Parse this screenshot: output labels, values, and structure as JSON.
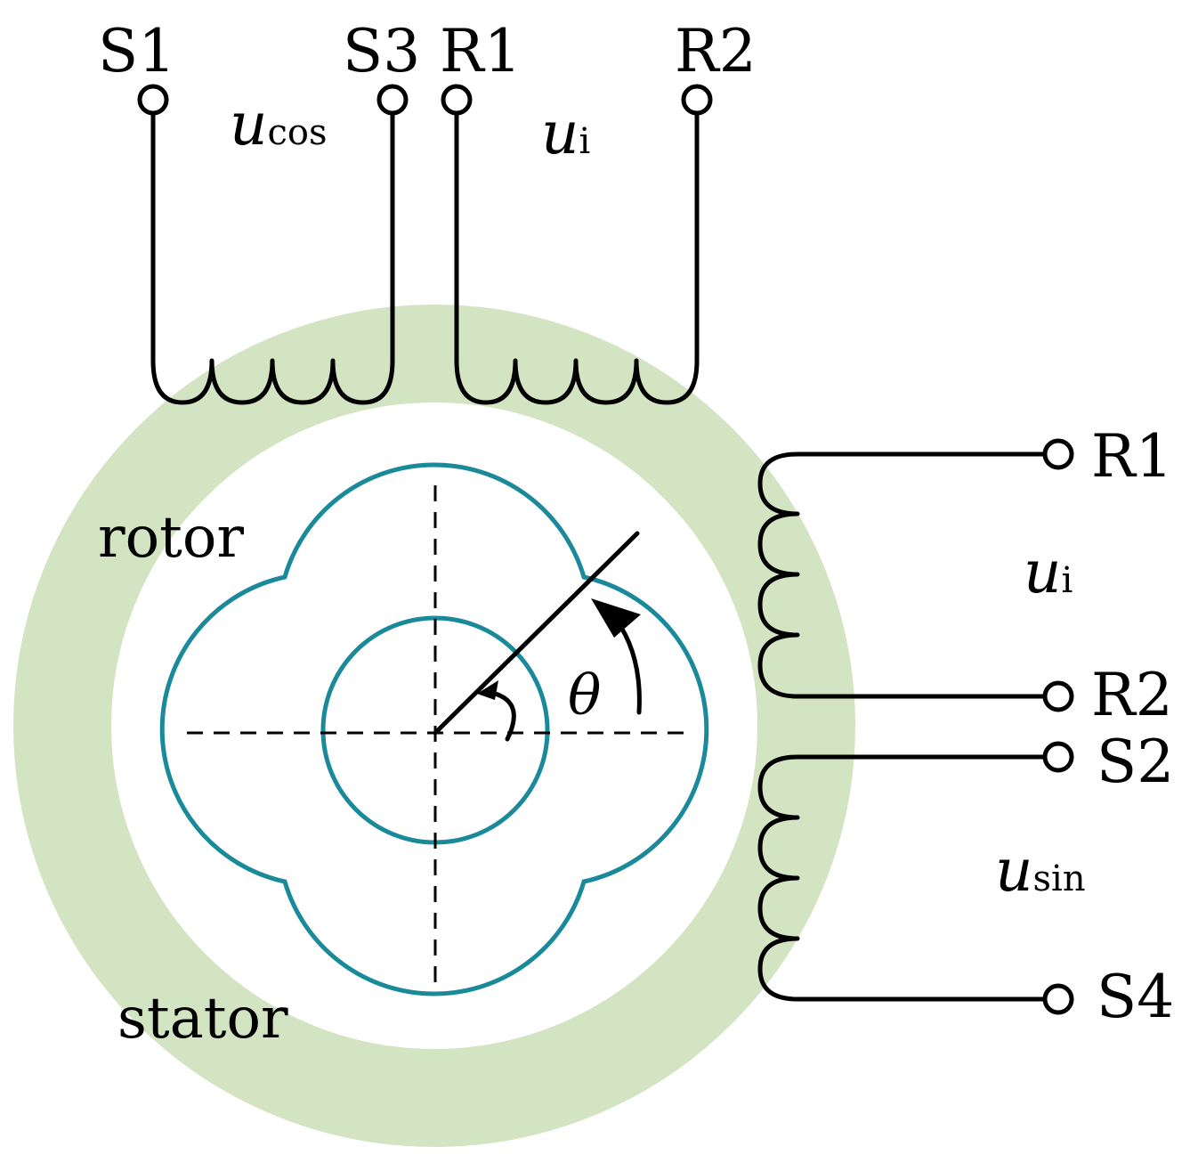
{
  "colors": {
    "stator_ring": "#d3e4c3",
    "rotor_outline": "#1a8a9a",
    "wire": "#000000"
  },
  "terminals": {
    "top": {
      "s1": "S1",
      "s3": "S3",
      "r1": "R1",
      "r2": "R2"
    },
    "right": {
      "r1": "R1",
      "r2": "R2",
      "s2": "S2",
      "s4": "S4"
    }
  },
  "voltages": {
    "top_cos": {
      "symbol": "u",
      "subscript": "cos"
    },
    "top_input": {
      "symbol": "u",
      "subscript": "i"
    },
    "right_input": {
      "symbol": "u",
      "subscript": "i"
    },
    "right_sin": {
      "symbol": "u",
      "subscript": "sin"
    }
  },
  "parts": {
    "rotor": "rotor",
    "stator": "stator"
  },
  "angle": {
    "symbol": "θ"
  }
}
